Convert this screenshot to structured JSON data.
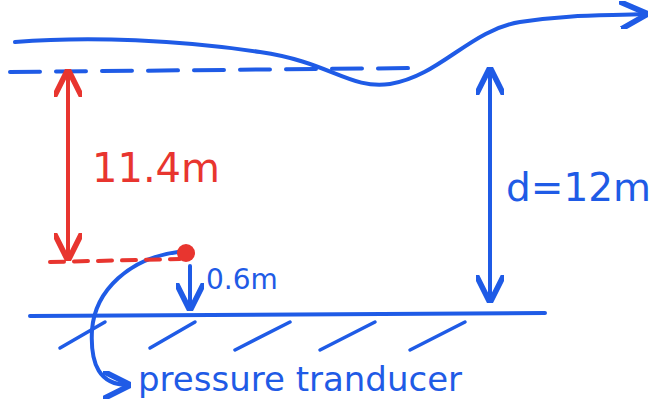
{
  "diagram": {
    "labels": [
      "11.4m",
      "0.6m",
      "d=12m",
      "pressure tranducer"
    ]
  }
}
